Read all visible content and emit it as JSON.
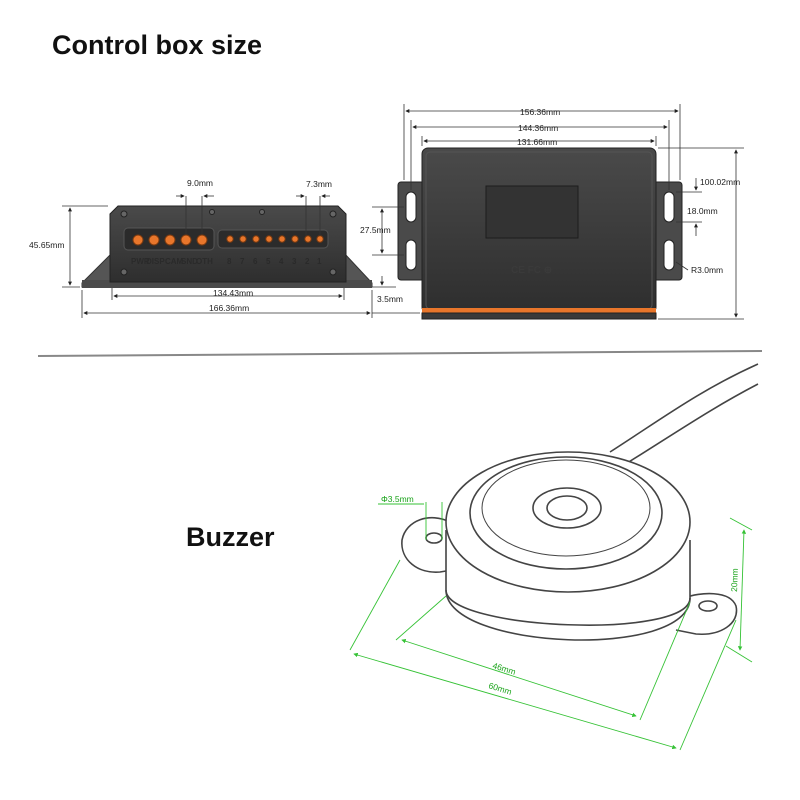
{
  "titles": {
    "control_box": "Control box size",
    "buzzer": "Buzzer"
  },
  "front_view": {
    "height": "45.65mm",
    "port_pitch": "9.0mm",
    "led_pitch": "7.3mm",
    "inner_width": "134.43mm",
    "outer_width": "166.36mm",
    "port_labels": [
      "PWR",
      "DISP",
      "CAM",
      "SND",
      "OTH"
    ],
    "led_labels": [
      "8",
      "7",
      "6",
      "5",
      "4",
      "3",
      "2",
      "1"
    ]
  },
  "top_view": {
    "overall_width": "156.36mm",
    "hole_spacing": "144.36mm",
    "body_width": "131.66mm",
    "overall_depth": "100.02mm",
    "slot_pitch": "27.5mm",
    "slot_length": "18.0mm",
    "corner_radius": "R3.0mm",
    "base_thickness": "3.5mm",
    "cert_marks": "CE FC ⊕"
  },
  "buzzer": {
    "hole_diameter": "Φ3.5mm",
    "height": "20mm",
    "body_diameter": "46mm",
    "flange_length": "60mm"
  },
  "colors": {
    "box_dark": "#3a3a3a",
    "port_orange": "#e8762b",
    "dimension_green": "#35c235",
    "base_stripe": "#e8762b"
  }
}
